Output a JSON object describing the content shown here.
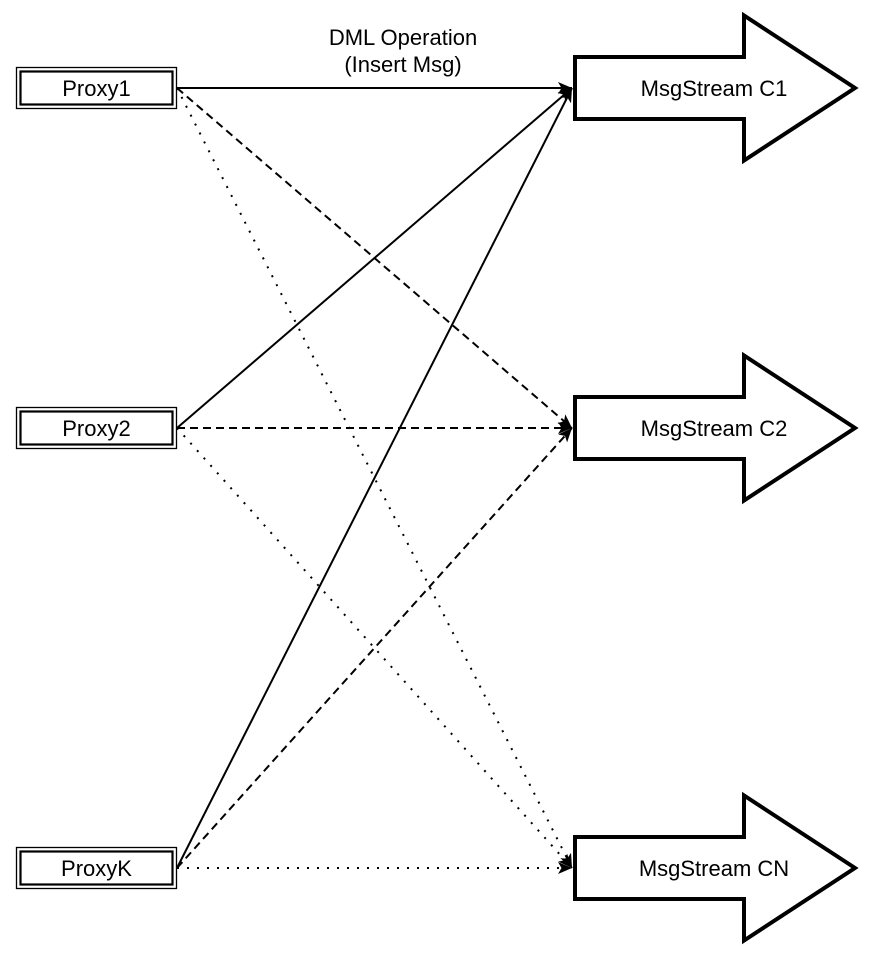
{
  "diagram": {
    "title": {
      "line1": "DML Operation",
      "line2": "(Insert Msg)"
    },
    "proxies": [
      {
        "label": "Proxy1"
      },
      {
        "label": "Proxy2"
      },
      {
        "label": "ProxyK"
      }
    ],
    "streams": [
      {
        "label": "MsgStream C1",
        "incoming_line_style": "solid"
      },
      {
        "label": "MsgStream C2",
        "incoming_line_style": "dashed"
      },
      {
        "label": "MsgStream CN",
        "incoming_line_style": "dotted"
      }
    ],
    "connections": [
      {
        "from": "Proxy1",
        "to": "MsgStream C1",
        "style": "solid"
      },
      {
        "from": "Proxy2",
        "to": "MsgStream C1",
        "style": "solid"
      },
      {
        "from": "ProxyK",
        "to": "MsgStream C1",
        "style": "solid"
      },
      {
        "from": "Proxy1",
        "to": "MsgStream C2",
        "style": "dashed"
      },
      {
        "from": "Proxy2",
        "to": "MsgStream C2",
        "style": "dashed"
      },
      {
        "from": "ProxyK",
        "to": "MsgStream C2",
        "style": "dashed"
      },
      {
        "from": "Proxy1",
        "to": "MsgStream CN",
        "style": "dotted"
      },
      {
        "from": "Proxy2",
        "to": "MsgStream CN",
        "style": "dotted"
      },
      {
        "from": "ProxyK",
        "to": "MsgStream CN",
        "style": "dotted"
      }
    ],
    "colors": {
      "stroke": "#000000",
      "shape_fill": "#ffffff",
      "background": "#ffffff"
    }
  }
}
